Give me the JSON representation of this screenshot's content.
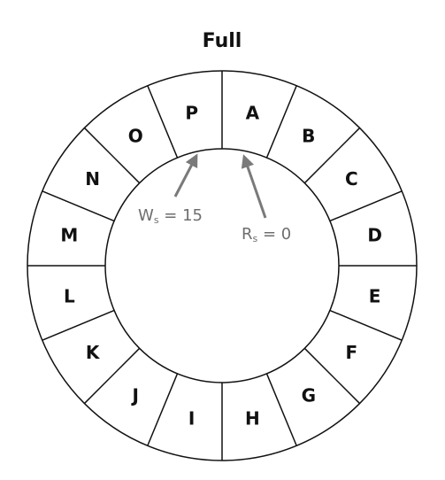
{
  "title": "Full",
  "buffer": {
    "segment_count": 16,
    "labels": [
      "A",
      "B",
      "C",
      "D",
      "E",
      "F",
      "G",
      "H",
      "I",
      "J",
      "K",
      "L",
      "M",
      "N",
      "O",
      "P"
    ]
  },
  "pointers": {
    "write": {
      "main": "W",
      "sub": "s",
      "rest": " = 15",
      "index": 15
    },
    "read": {
      "main": "R",
      "sub": "s",
      "rest": " = 0",
      "index": 0
    }
  },
  "colors": {
    "stroke": "#111111",
    "arrow": "#7a7a7a",
    "text": "#111111",
    "pointer_text": "#6e6e6e"
  }
}
